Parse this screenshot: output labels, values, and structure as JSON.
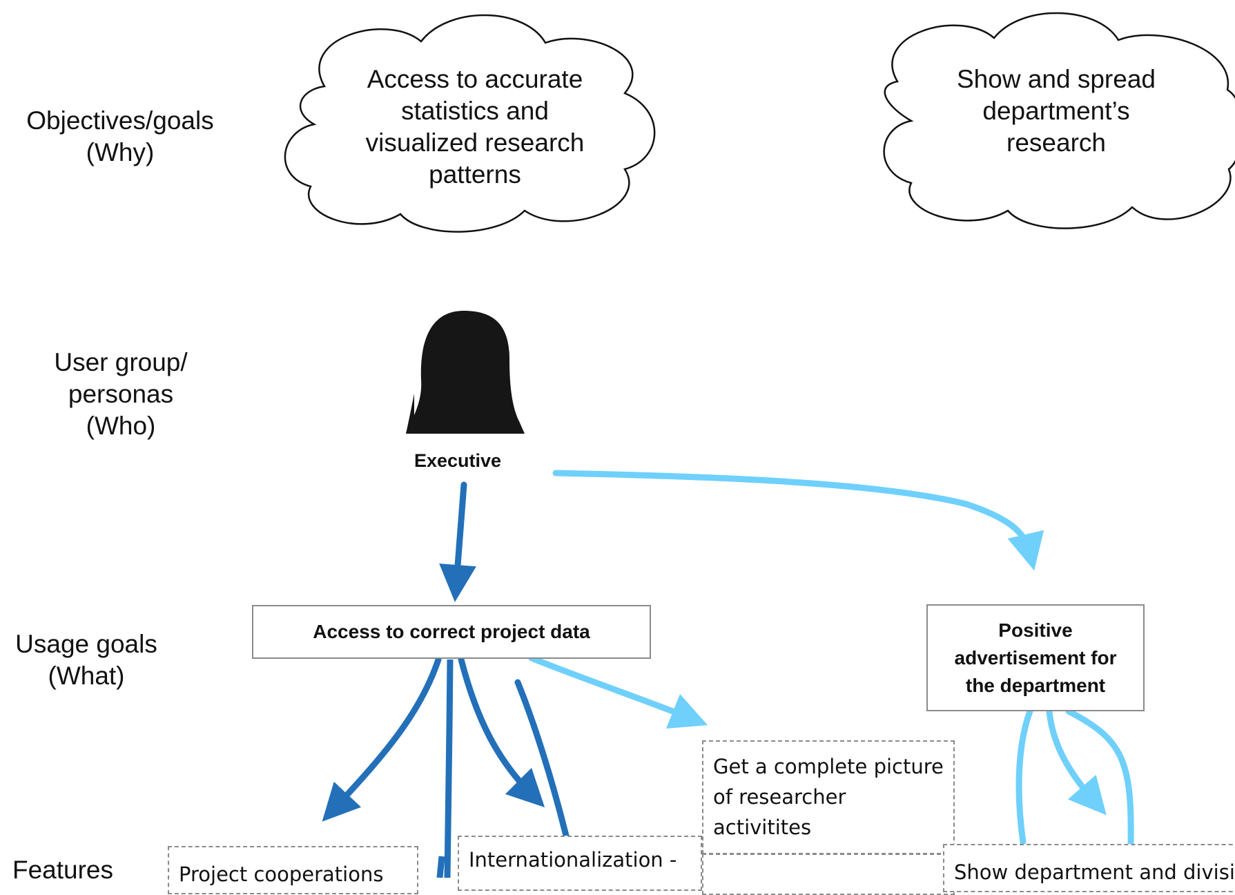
{
  "rows": {
    "objectives": "Objectives/goals\n(Why)",
    "personas": "User group/\npersonas\n(Who)",
    "usage": "Usage goals\n(What)",
    "features": "Features"
  },
  "clouds": [
    {
      "text": "Access to accurate\nstatistics and\nvisualized research\npatterns"
    },
    {
      "text": "Show and spread\ndepartment’s\nresearch"
    }
  ],
  "persona": {
    "label": "Executive",
    "icon": "female-silhouette-icon"
  },
  "usage_goals": [
    {
      "text": "Access to correct project data"
    },
    {
      "text": "Positive\nadvertisement for\nthe department"
    }
  ],
  "features": [
    {
      "text": "Project cooperations"
    },
    {
      "text": "Internationalization -"
    },
    {
      "text": "Get a complete picture of researcher activitites"
    },
    {
      "text": "Show department and divisi"
    }
  ],
  "colors": {
    "dark_arrow": "#2370b9",
    "light_arrow": "#6fd0fb",
    "box_border": "#8a8a8a",
    "silhouette": "#161616"
  }
}
